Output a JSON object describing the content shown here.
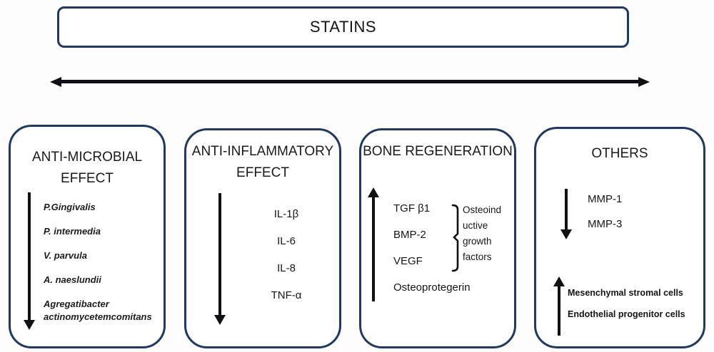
{
  "header": {
    "title": "STATINS"
  },
  "palette": {
    "box_border": "#1f3864",
    "text": "#1a1a1a",
    "arrow": "#101114"
  },
  "boxes": [
    {
      "title": "ANTI-MICROBIAL EFFECT",
      "arrow": "down",
      "items": [
        "P.Gingivalis",
        "P. intermedia",
        "V. parvula",
        "A. naeslundii",
        "Agregatibacter actinomycetemcomitans"
      ]
    },
    {
      "title": "ANTI-INFLAMMATORY EFFECT",
      "arrow": "down",
      "items": [
        "IL-1β",
        "IL-6",
        "IL-8",
        "TNF-α"
      ]
    },
    {
      "title": "BONE REGENERATION",
      "arrow": "up",
      "items": [
        "TGF β1",
        "BMP-2",
        "VEGF",
        "Osteoprotegerin"
      ],
      "bracket_lines": [
        "Osteoind",
        "uctive",
        "growth",
        "factors"
      ]
    },
    {
      "title": "OTHERS",
      "sections": [
        {
          "arrow": "down",
          "items": [
            "MMP-1",
            "MMP-3"
          ]
        },
        {
          "arrow": "up",
          "items": [
            "Mesenchymal stromal cells",
            "Endothelial progenitor cells"
          ]
        }
      ]
    }
  ]
}
